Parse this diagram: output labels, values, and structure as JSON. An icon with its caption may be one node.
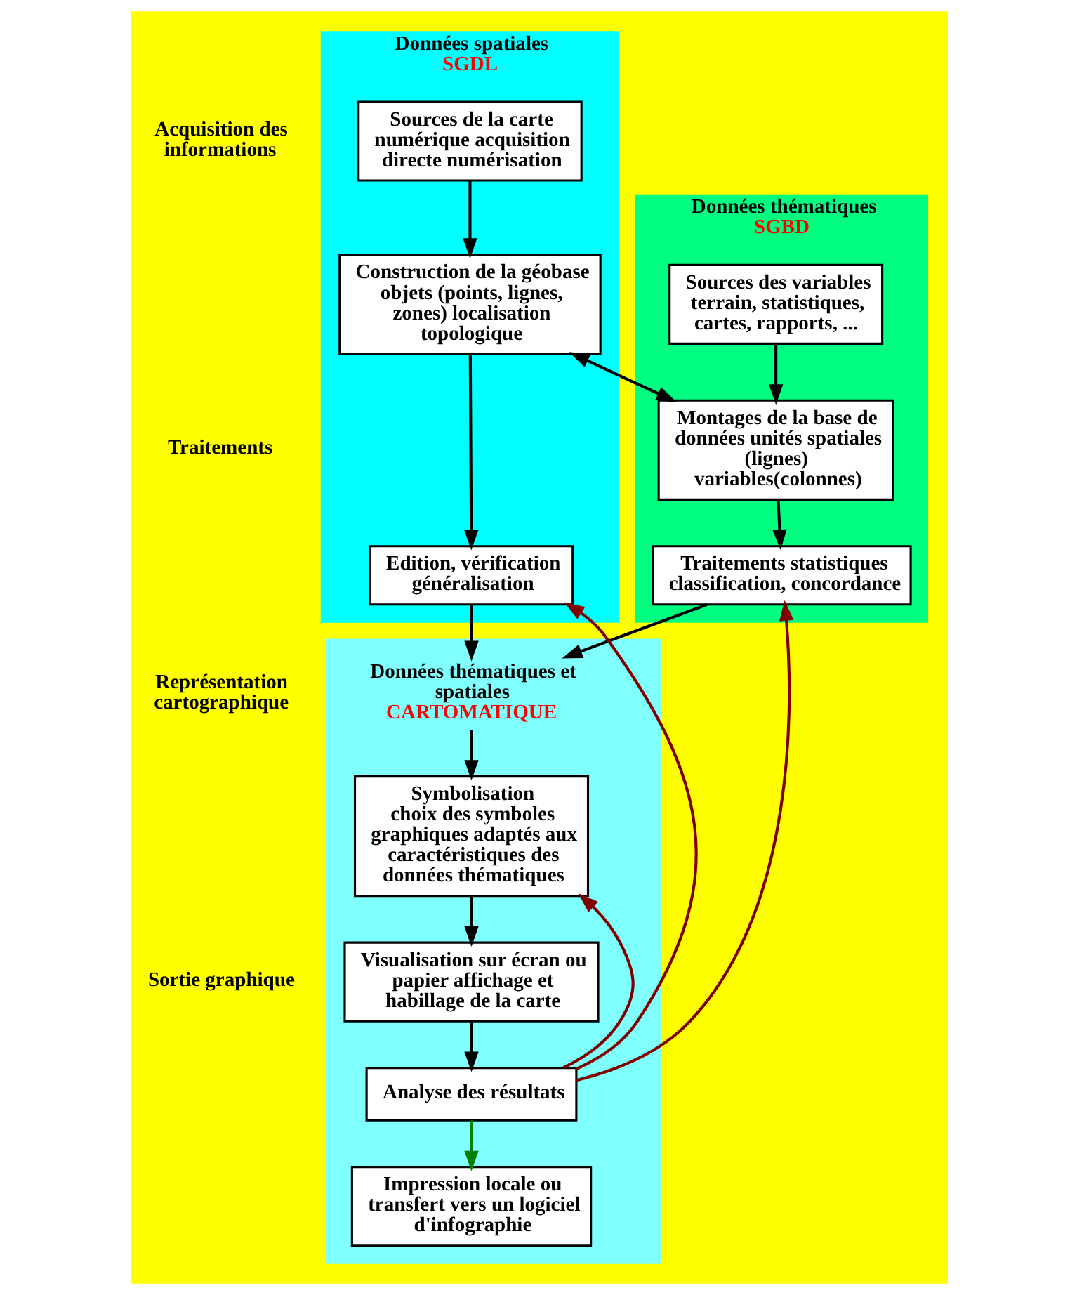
{
  "diagram": {
    "nodes": [
      {
        "text": [
          "Données spatiales",
          "SGDL"
        ]
      },
      {
        "text": [
          "Sources de la carte numérique acquisition directe numérisation"
        ],
        "in": 0
      },
      {
        "text": [
          "Construction de la géobase objets (points, lignes, zones) localisation topologique"
        ],
        "in": 0
      },
      {
        "text": [
          "Edition, vérification généralisation"
        ],
        "in": 0
      },
      {
        "text": [
          "Données thématiques",
          "SGBD"
        ]
      },
      {
        "text": [
          "Sources des variables terrain, statistiques, cartes, rapports, ..."
        ],
        "in": 4
      },
      {
        "text": [
          "Montages de la base de données unités spatiales (lignes) variables(colonnes)"
        ],
        "in": 4
      },
      {
        "text": [
          "Traitements statistiques classification, concordance"
        ],
        "in": 4
      },
      {
        "text": [],
        "shape": "box"
      },
      {
        "text": [
          "Données thématiques et spatiales",
          "CARTOMATIQUE"
        ],
        "in": 8
      },
      {
        "text": [
          "Symbolisation",
          "choix des symboles graphiques adaptés aux caractéristiques des données thématiques"
        ],
        "in": 8
      },
      {
        "text": [
          "Visualisation sur écran ou papier affichage et habillage de la carte"
        ],
        "in": 8
      },
      {
        "text": [
          "Analyse des résultats"
        ],
        "in": 8
      },
      {
        "text": [
          "Impression locale ou transfert vers un logiciel d'infographie"
        ],
        "in": 8
      }
    ],
    "edges": [
      {
        "from": 1,
        "to": 2,
        "arrow": "to"
      },
      {
        "from": 2,
        "to": 6,
        "arrow": "both"
      },
      {
        "from": 5,
        "to": 6,
        "arrow": "to"
      },
      {
        "from": 2,
        "to": 3,
        "arrow": "to"
      },
      {
        "from": 6,
        "to": 7,
        "arrow": "to"
      },
      {
        "from": 3,
        "to": 9,
        "arrow": "to"
      },
      {
        "from": 7,
        "to": 9,
        "arrow": "to"
      },
      {
        "from": 9,
        "to": 10,
        "arrow": "to"
      },
      {
        "from": 10,
        "to": 11,
        "arrow": "to"
      },
      {
        "from": 11,
        "to": 12,
        "arrow": "to"
      },
      {
        "from": 12,
        "to": 10,
        "arrow": "to",
        "color": "#800000"
      },
      {
        "from": 12,
        "to": 7,
        "arrow": "to",
        "color": "#800000"
      },
      {
        "from": 12,
        "to": 3,
        "arrow": "to",
        "color": "#800000"
      },
      {
        "from": 12,
        "to": 13,
        "arrow": "to",
        "color": "#008000"
      }
    ],
    "labels": [
      "Acquisition des informations",
      "Traitements",
      "Représentation cartographique",
      "Sortie graphique"
    ]
  }
}
